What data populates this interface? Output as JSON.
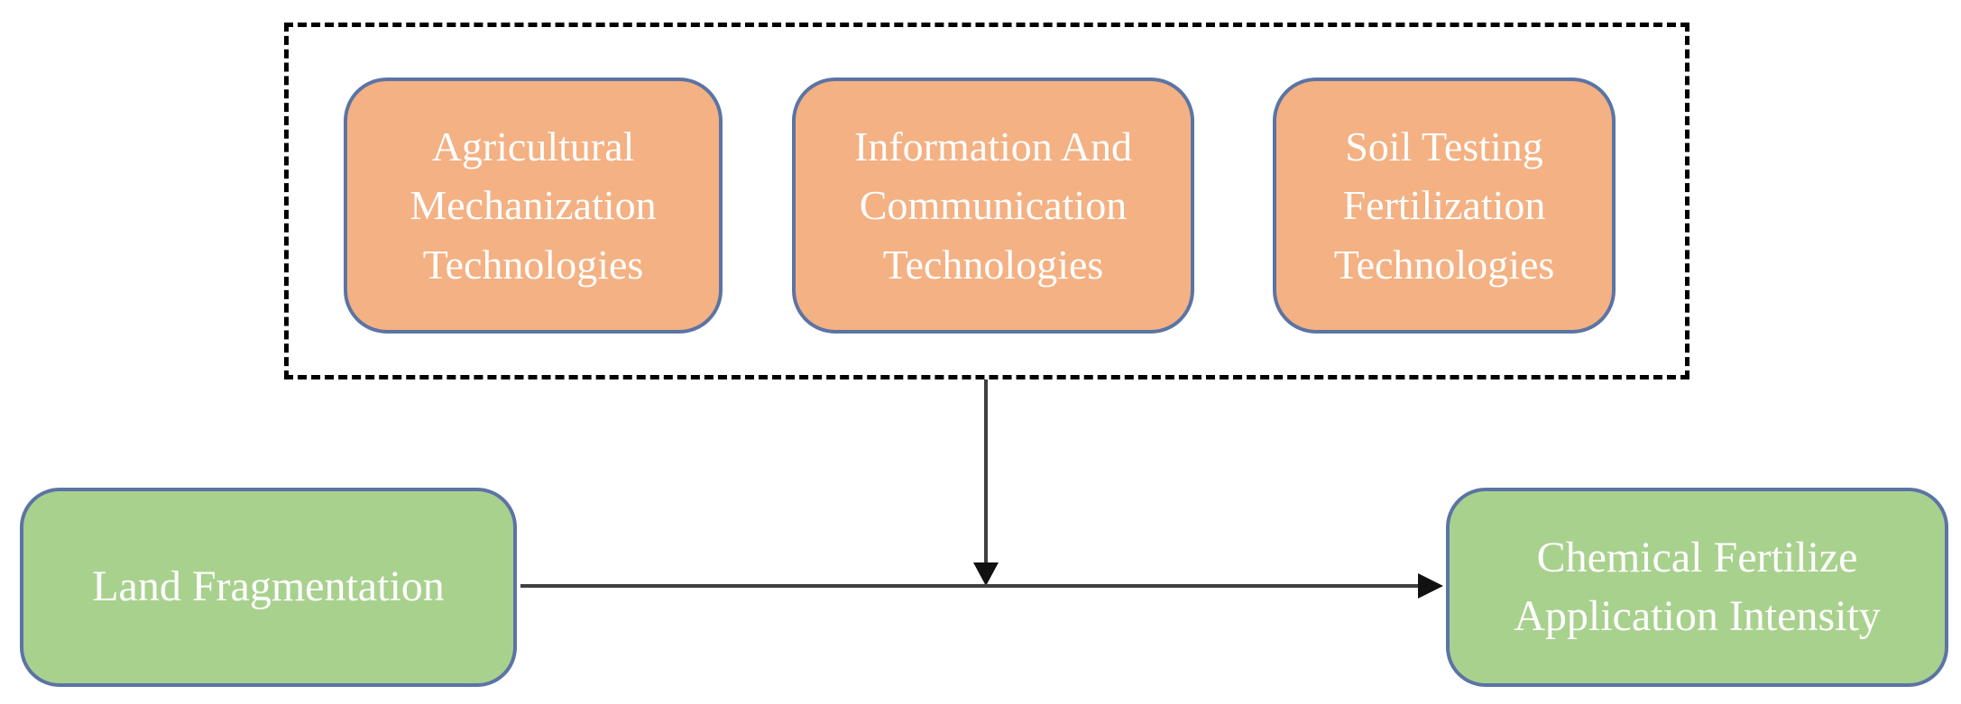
{
  "diagram": {
    "type": "conceptual-framework",
    "technology_group": {
      "boxes": [
        {
          "label": "Agricultural\nMechanization\nTechnologies"
        },
        {
          "label": "Information And\nCommunication\nTechnologies"
        },
        {
          "label": "Soil Testing\nFertilization\nTechnologies"
        }
      ]
    },
    "nodes": {
      "land_fragmentation": {
        "label": "Land Fragmentation"
      },
      "chemical_fertilizer": {
        "label": "Chemical Fertilize\nApplication Intensity"
      }
    },
    "relations": [
      {
        "from": "land_fragmentation",
        "to": "chemical_fertilizer",
        "type": "arrow"
      },
      {
        "from": "technology_group",
        "to": "relation-land-chemical",
        "type": "arrow"
      }
    ],
    "colors": {
      "technology_box_fill": "#F4B183",
      "outcome_box_fill": "#A9D18E",
      "box_border": "#5B74A4",
      "dashed_border": "#000000",
      "arrow_line": "#3F3F3F",
      "text": "#FFFFFF",
      "background": "#FFFFFF"
    }
  }
}
